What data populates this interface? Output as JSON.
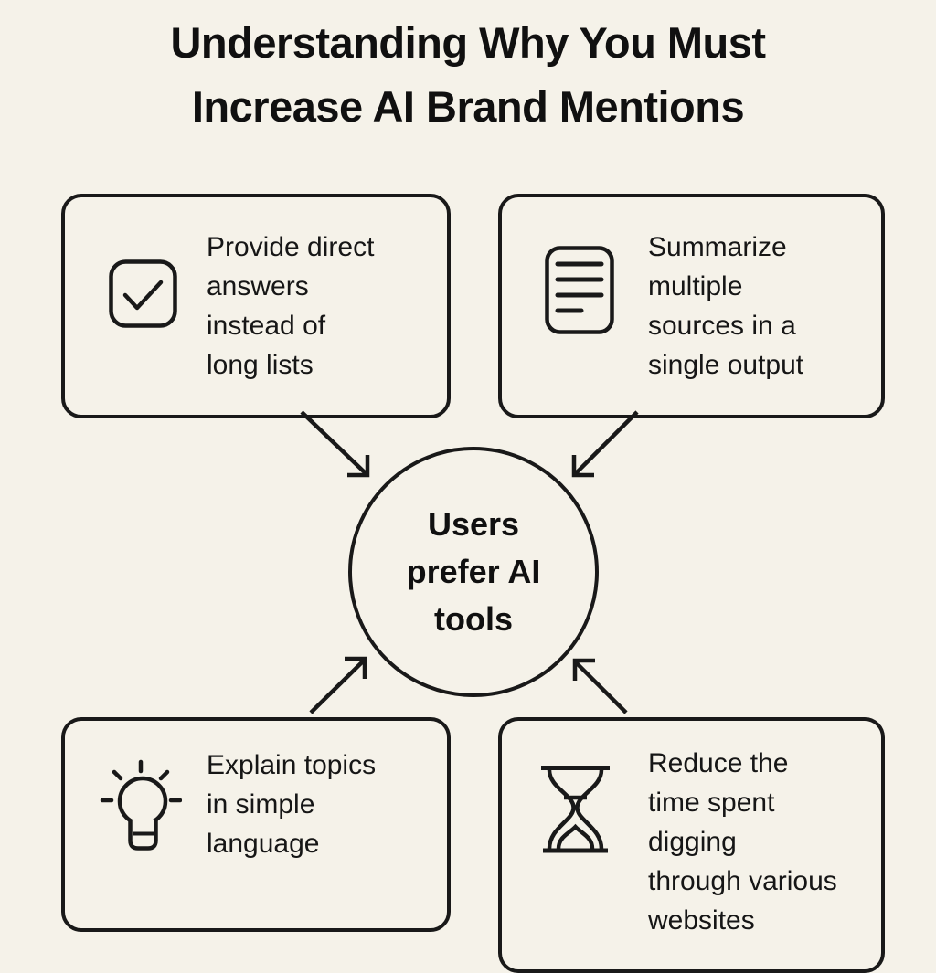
{
  "page": {
    "background_color": "#f5f2e9",
    "line_color": "#191919",
    "text_color": "#161616"
  },
  "title": {
    "lines": [
      "Understanding Why You Must",
      "Increase AI Brand Mentions"
    ]
  },
  "center": {
    "lines": [
      "Users",
      "prefer AI",
      "tools"
    ]
  },
  "cards": [
    {
      "id": "provide-direct-answers",
      "icon": "checkbox-icon",
      "lines": [
        "Provide direct",
        "answers",
        "instead of",
        "long lists"
      ]
    },
    {
      "id": "summarize-sources",
      "icon": "document-icon",
      "lines": [
        "Summarize",
        "multiple",
        "sources in a",
        "single output"
      ]
    },
    {
      "id": "explain-topics",
      "icon": "lightbulb-icon",
      "lines": [
        "Explain topics",
        "in simple",
        "language"
      ]
    },
    {
      "id": "reduce-time",
      "icon": "hourglass-icon",
      "lines": [
        "Reduce the",
        "time spent",
        "digging",
        "through various",
        "websites"
      ]
    }
  ]
}
